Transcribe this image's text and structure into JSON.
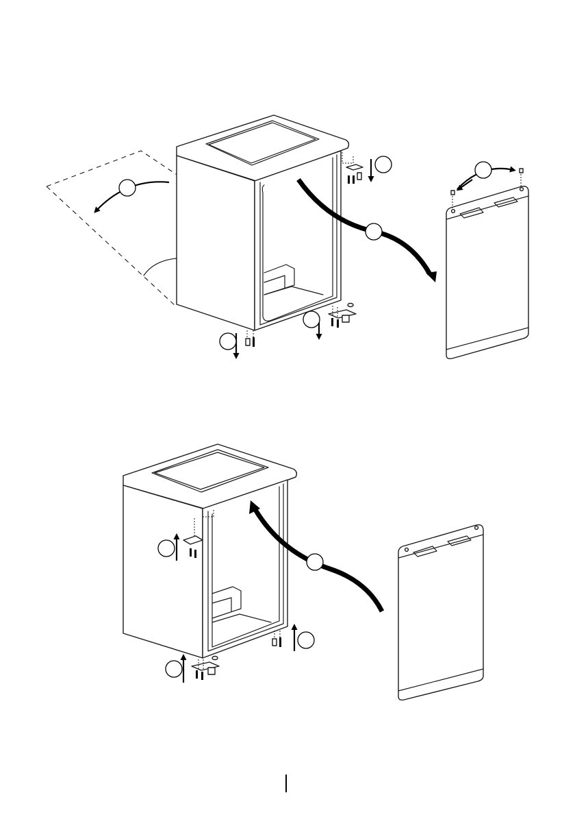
{
  "figure": {
    "kind": "installation-diagram",
    "subject": "refrigerator-door-reversal",
    "panels": [
      {
        "id": "top",
        "step": "remove-door-and-hinges"
      },
      {
        "id": "bottom",
        "step": "refit-door-on-opposite-side"
      }
    ]
  },
  "icons": [
    "fridge-cabinet-icon",
    "door-panel-icon",
    "hinge-icon",
    "screw-icon",
    "curved-arrow-icon",
    "step-bubble-icon"
  ],
  "colors": {
    "line": "#1a1a1a",
    "background": "#ffffff",
    "arrow": "#000000"
  }
}
